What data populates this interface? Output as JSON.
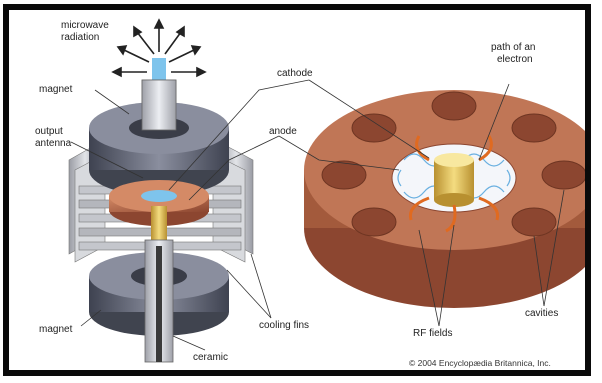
{
  "labels": {
    "microwave_radiation_1": "microwave",
    "microwave_radiation_2": "radiation",
    "magnet_top": "magnet",
    "output_antenna_1": "output",
    "output_antenna_2": "antenna",
    "cathode": "cathode",
    "anode": "anode",
    "path_of_electron_1": "path of an",
    "path_of_electron_2": "electron",
    "magnet_bottom": "magnet",
    "cooling_fins": "cooling fins",
    "ceramic": "ceramic",
    "rf_fields": "RF fields",
    "cavities": "cavities"
  },
  "credit": "© 2004 Encyclopædia Britannica, Inc.",
  "colors": {
    "copper": "#b8684a",
    "copper_light": "#d48a66",
    "copper_dark": "#8c4630",
    "magnet": "#5a5e6e",
    "magnet_light": "#8a8e9e",
    "fins": "#c4c6cc",
    "gold": "#e8c860",
    "field_blue": "#6ab0e0",
    "electron_orange": "#e06a20",
    "frame": "#0a0a0a"
  }
}
